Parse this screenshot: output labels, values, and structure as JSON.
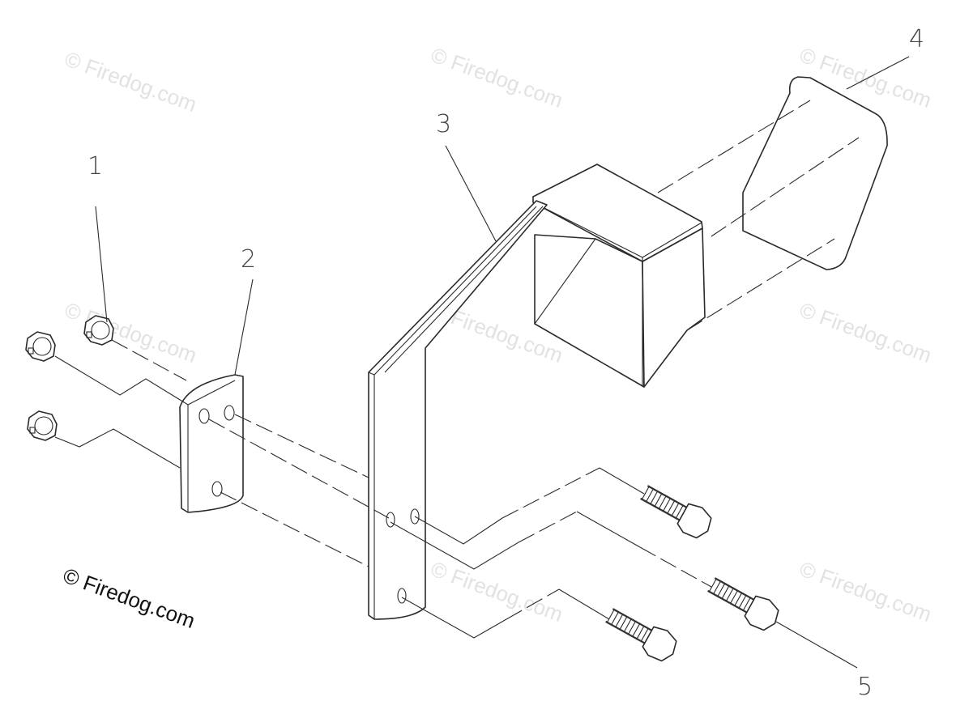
{
  "watermark": {
    "text": "© Firedog.com",
    "color": "#e2e2e2"
  },
  "copyright": {
    "text": "© Firedog.com"
  },
  "callouts": [
    {
      "id": "1",
      "label": "1"
    },
    {
      "id": "2",
      "label": "2"
    },
    {
      "id": "3",
      "label": "3"
    },
    {
      "id": "4",
      "label": "4"
    },
    {
      "id": "5",
      "label": "5"
    }
  ],
  "colors": {
    "line": "#2a2a2a",
    "background": "#ffffff",
    "callout_text": "#444444"
  }
}
